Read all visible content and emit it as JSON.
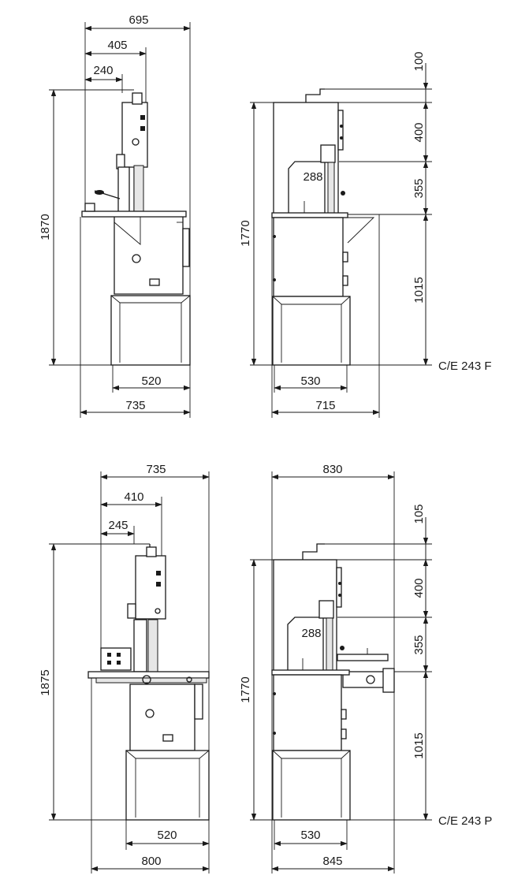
{
  "views": {
    "f_side": {
      "w695": "695",
      "w405": "405",
      "w240": "240",
      "h1870": "1870",
      "w520": "520",
      "w735": "735"
    },
    "f_front": {
      "h100": "100",
      "h400": "400",
      "h355": "355",
      "h1015": "1015",
      "h1770": "1770",
      "w288": "288",
      "w530": "530",
      "w715": "715",
      "model": "C/E 243 F"
    },
    "p_side": {
      "w735": "735",
      "w410": "410",
      "w245": "245",
      "h1875": "1875",
      "w520": "520",
      "w800": "800"
    },
    "p_front": {
      "w830": "830",
      "h105": "105",
      "h400": "400",
      "h355": "355",
      "h1015": "1015",
      "h1770": "1770",
      "w288": "288",
      "w530": "530",
      "w845": "845",
      "model": "C/E 243 P"
    }
  }
}
